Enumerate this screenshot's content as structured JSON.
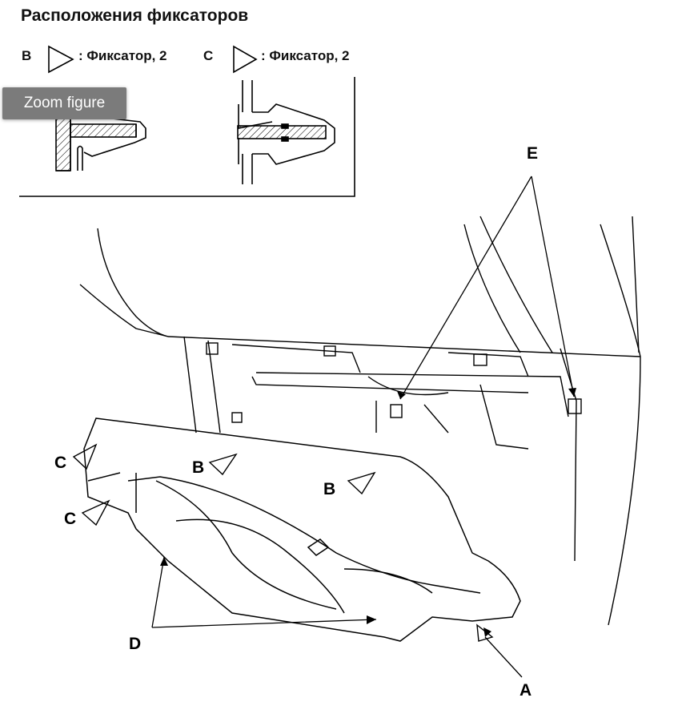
{
  "title": "Расположения фиксаторов",
  "legend": [
    {
      "letter": "B",
      "text": ": Фиксатор, 2"
    },
    {
      "letter": "C",
      "text": ": Фиксатор, 2"
    }
  ],
  "zoom_button": {
    "label": "Zoom figure"
  },
  "callouts": {
    "A": "A",
    "B": "B",
    "C": "C",
    "D": "D",
    "E": "E"
  }
}
